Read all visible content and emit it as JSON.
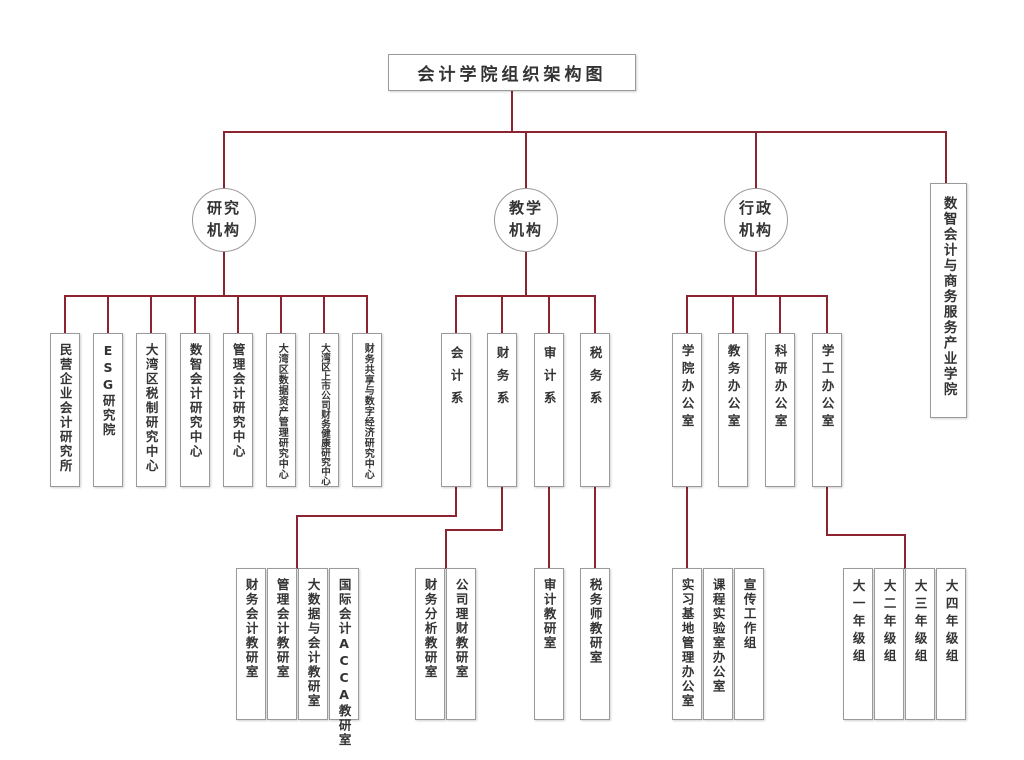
{
  "title": "会计学院组织架构图",
  "colors": {
    "line": "#8b2430",
    "border": "#9a9a9a",
    "text": "#333333"
  },
  "branches": {
    "research": "研究机构",
    "teaching": "教学机构",
    "admin": "行政机构",
    "college": "数智会计与商务服务产业学院"
  },
  "research_units": [
    "民营企业会计研究所",
    "ESG研究院",
    "大湾区税制研究中心",
    "数智会计研究中心",
    "管理会计研究中心",
    "大湾区数据资产管理研究中心",
    "大湾区上市公司财务健康研究中心",
    "财务共享与数字经济研究中心"
  ],
  "departments": [
    "会计系",
    "财务系",
    "审计系",
    "税务系"
  ],
  "offices": [
    "学院办公室",
    "教务办公室",
    "科研办公室",
    "学工办公室"
  ],
  "accounting_sections": [
    "财务会计教研室",
    "管理会计教研室",
    "大数据与会计教研室",
    "国际会计ACCA教研室"
  ],
  "finance_sections": [
    "财务分析教研室",
    "公司理财教研室"
  ],
  "audit_sections": [
    "审计教研室"
  ],
  "tax_sections": [
    "税务师教研室"
  ],
  "office_groups": [
    "实习基地管理办公室",
    "课程实验室办公室",
    "宣传工作组"
  ],
  "grade_groups": [
    "大一年级组",
    "大二年级组",
    "大三年级组",
    "大四年级组"
  ]
}
